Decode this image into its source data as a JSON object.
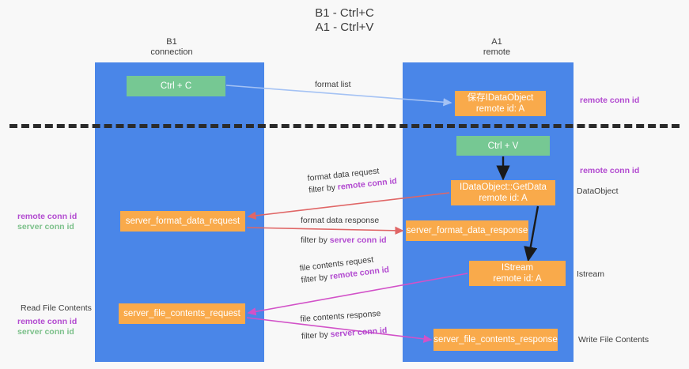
{
  "title": {
    "line1": "B1 - Ctrl+C",
    "line2": "A1 - Ctrl+V"
  },
  "columns": {
    "left": {
      "name": "B1",
      "role": "connection"
    },
    "right": {
      "name": "A1",
      "role": "remote"
    }
  },
  "nodes": {
    "ctrl_c": {
      "line1": "Ctrl + C",
      "line2": ""
    },
    "save_dataobj": {
      "line1": "保存IDataObject",
      "line2": "remote id: A"
    },
    "ctrl_v": {
      "line1": "Ctrl + V",
      "line2": ""
    },
    "getdata": {
      "line1": "IDataObject::GetData",
      "line2": "remote id: A"
    },
    "server_format_data_request": {
      "line1": "server_format_data_request",
      "line2": ""
    },
    "server_format_data_response": {
      "line1": "server_format_data_response",
      "line2": ""
    },
    "istream": {
      "line1": "IStream",
      "line2": "remote id: A"
    },
    "server_file_contents_request": {
      "line1": "server_file_contents_request",
      "line2": ""
    },
    "server_file_contents_response": {
      "line1": "server_file_contents_response",
      "line2": ""
    }
  },
  "edges": {
    "format_list": "format list",
    "format_data_request": {
      "line1": "format data request",
      "filter_prefix": "filter by ",
      "filter_key": "remote conn id"
    },
    "format_data_response": {
      "line1": "format data response",
      "filter_prefix": "filter by ",
      "filter_key": "server conn id"
    },
    "file_contents_request": {
      "line1": "file contents request",
      "filter_prefix": "filter by ",
      "filter_key": "remote conn id"
    },
    "file_contents_response": {
      "line1": "file contents response",
      "filter_prefix": "filter by ",
      "filter_key": "server conn id"
    }
  },
  "annotations": {
    "right_remote_conn_1": "remote conn id",
    "right_remote_conn_2": "remote conn id",
    "dataobject": "DataObject",
    "istream": "Istream",
    "write_file_contents": "Write File Contents",
    "read_file_contents": "Read File Contents",
    "left_mid_remote": "remote conn id",
    "left_mid_server": "server conn id",
    "left_bot_remote": "remote conn id",
    "left_bot_server": "server conn id"
  },
  "colors": {
    "lane": "#4a86e8",
    "node_green": "#76c893",
    "node_orange": "#f9aa4b",
    "purple": "#b24ad0",
    "green_text": "#7cc08a",
    "separator": "#2b2b2b",
    "wire_blue": "#a4c2f4",
    "wire_red": "#e06666",
    "wire_magenta": "#d252c8",
    "wire_black": "#1a1a1a",
    "background": "#f8f8f8"
  }
}
